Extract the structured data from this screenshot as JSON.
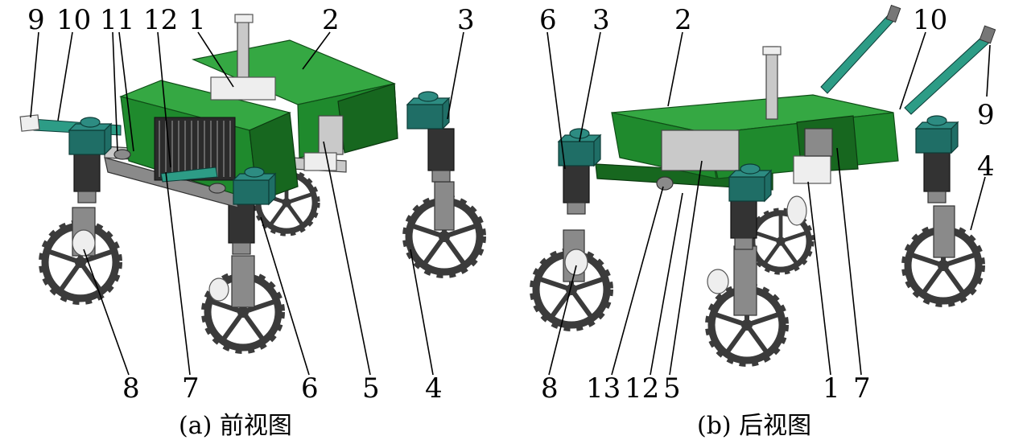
{
  "captions": {
    "front": "(a) 前视图",
    "back": "(b) 后视图"
  },
  "front_labels": {
    "top": [
      "9",
      "10",
      "11",
      "12",
      "1",
      "2",
      "3"
    ],
    "bottom": [
      "8",
      "7",
      "6",
      "5",
      "4"
    ]
  },
  "back_labels": {
    "top": [
      "6",
      "3",
      "2",
      "10",
      "9",
      "4"
    ],
    "bottom": [
      "8",
      "13",
      "12",
      "5",
      "1",
      "7"
    ]
  },
  "colors": {
    "body_green": "#1f8a2d",
    "motor_teal": "#1f6e66",
    "wheel_dark": "#3b3b3b"
  }
}
